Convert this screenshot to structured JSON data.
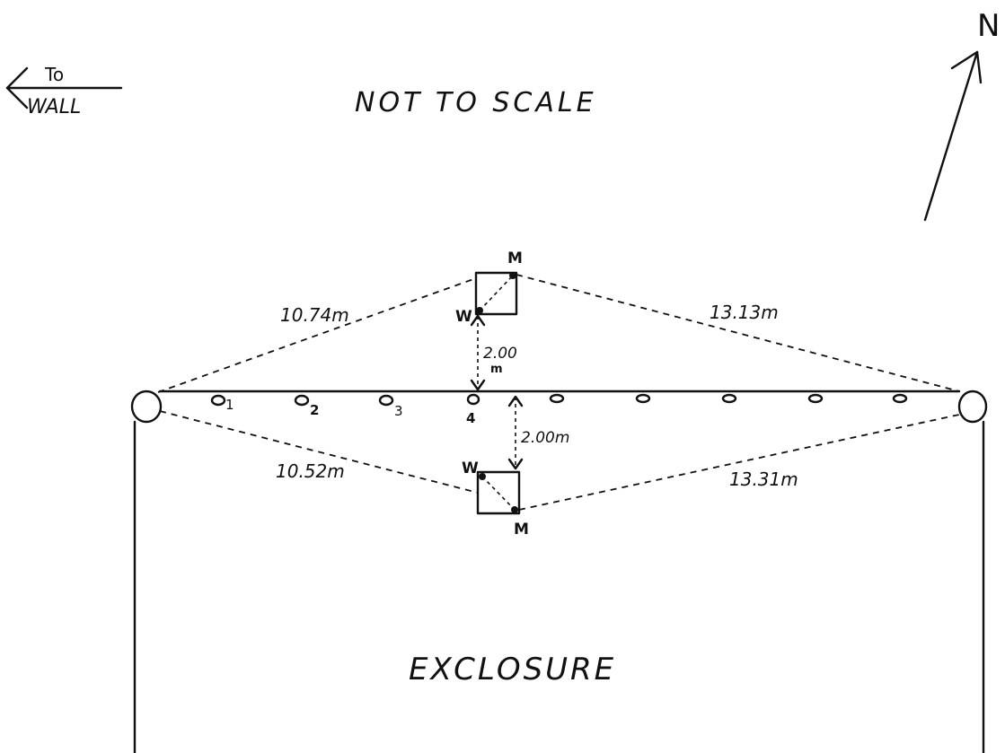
{
  "labels": {
    "to": "To",
    "wall": "WALL",
    "not_to_scale": "NOT TO SCALE",
    "north": "N",
    "exclosure": "EXCLOSURE"
  },
  "plots": {
    "upper": {
      "m": "M",
      "w": "W",
      "offset_value": "2.00",
      "offset_unit": "m",
      "dist_left": "10.74m",
      "dist_right": "13.13m"
    },
    "lower": {
      "m": "M",
      "w": "W",
      "offset": "2.00m",
      "dist_left": "10.52m",
      "dist_right": "13.31m"
    }
  },
  "stations": [
    "1",
    "2",
    "3",
    "4"
  ],
  "colors": {
    "ink": "#111111",
    "paper": "#ffffff"
  }
}
